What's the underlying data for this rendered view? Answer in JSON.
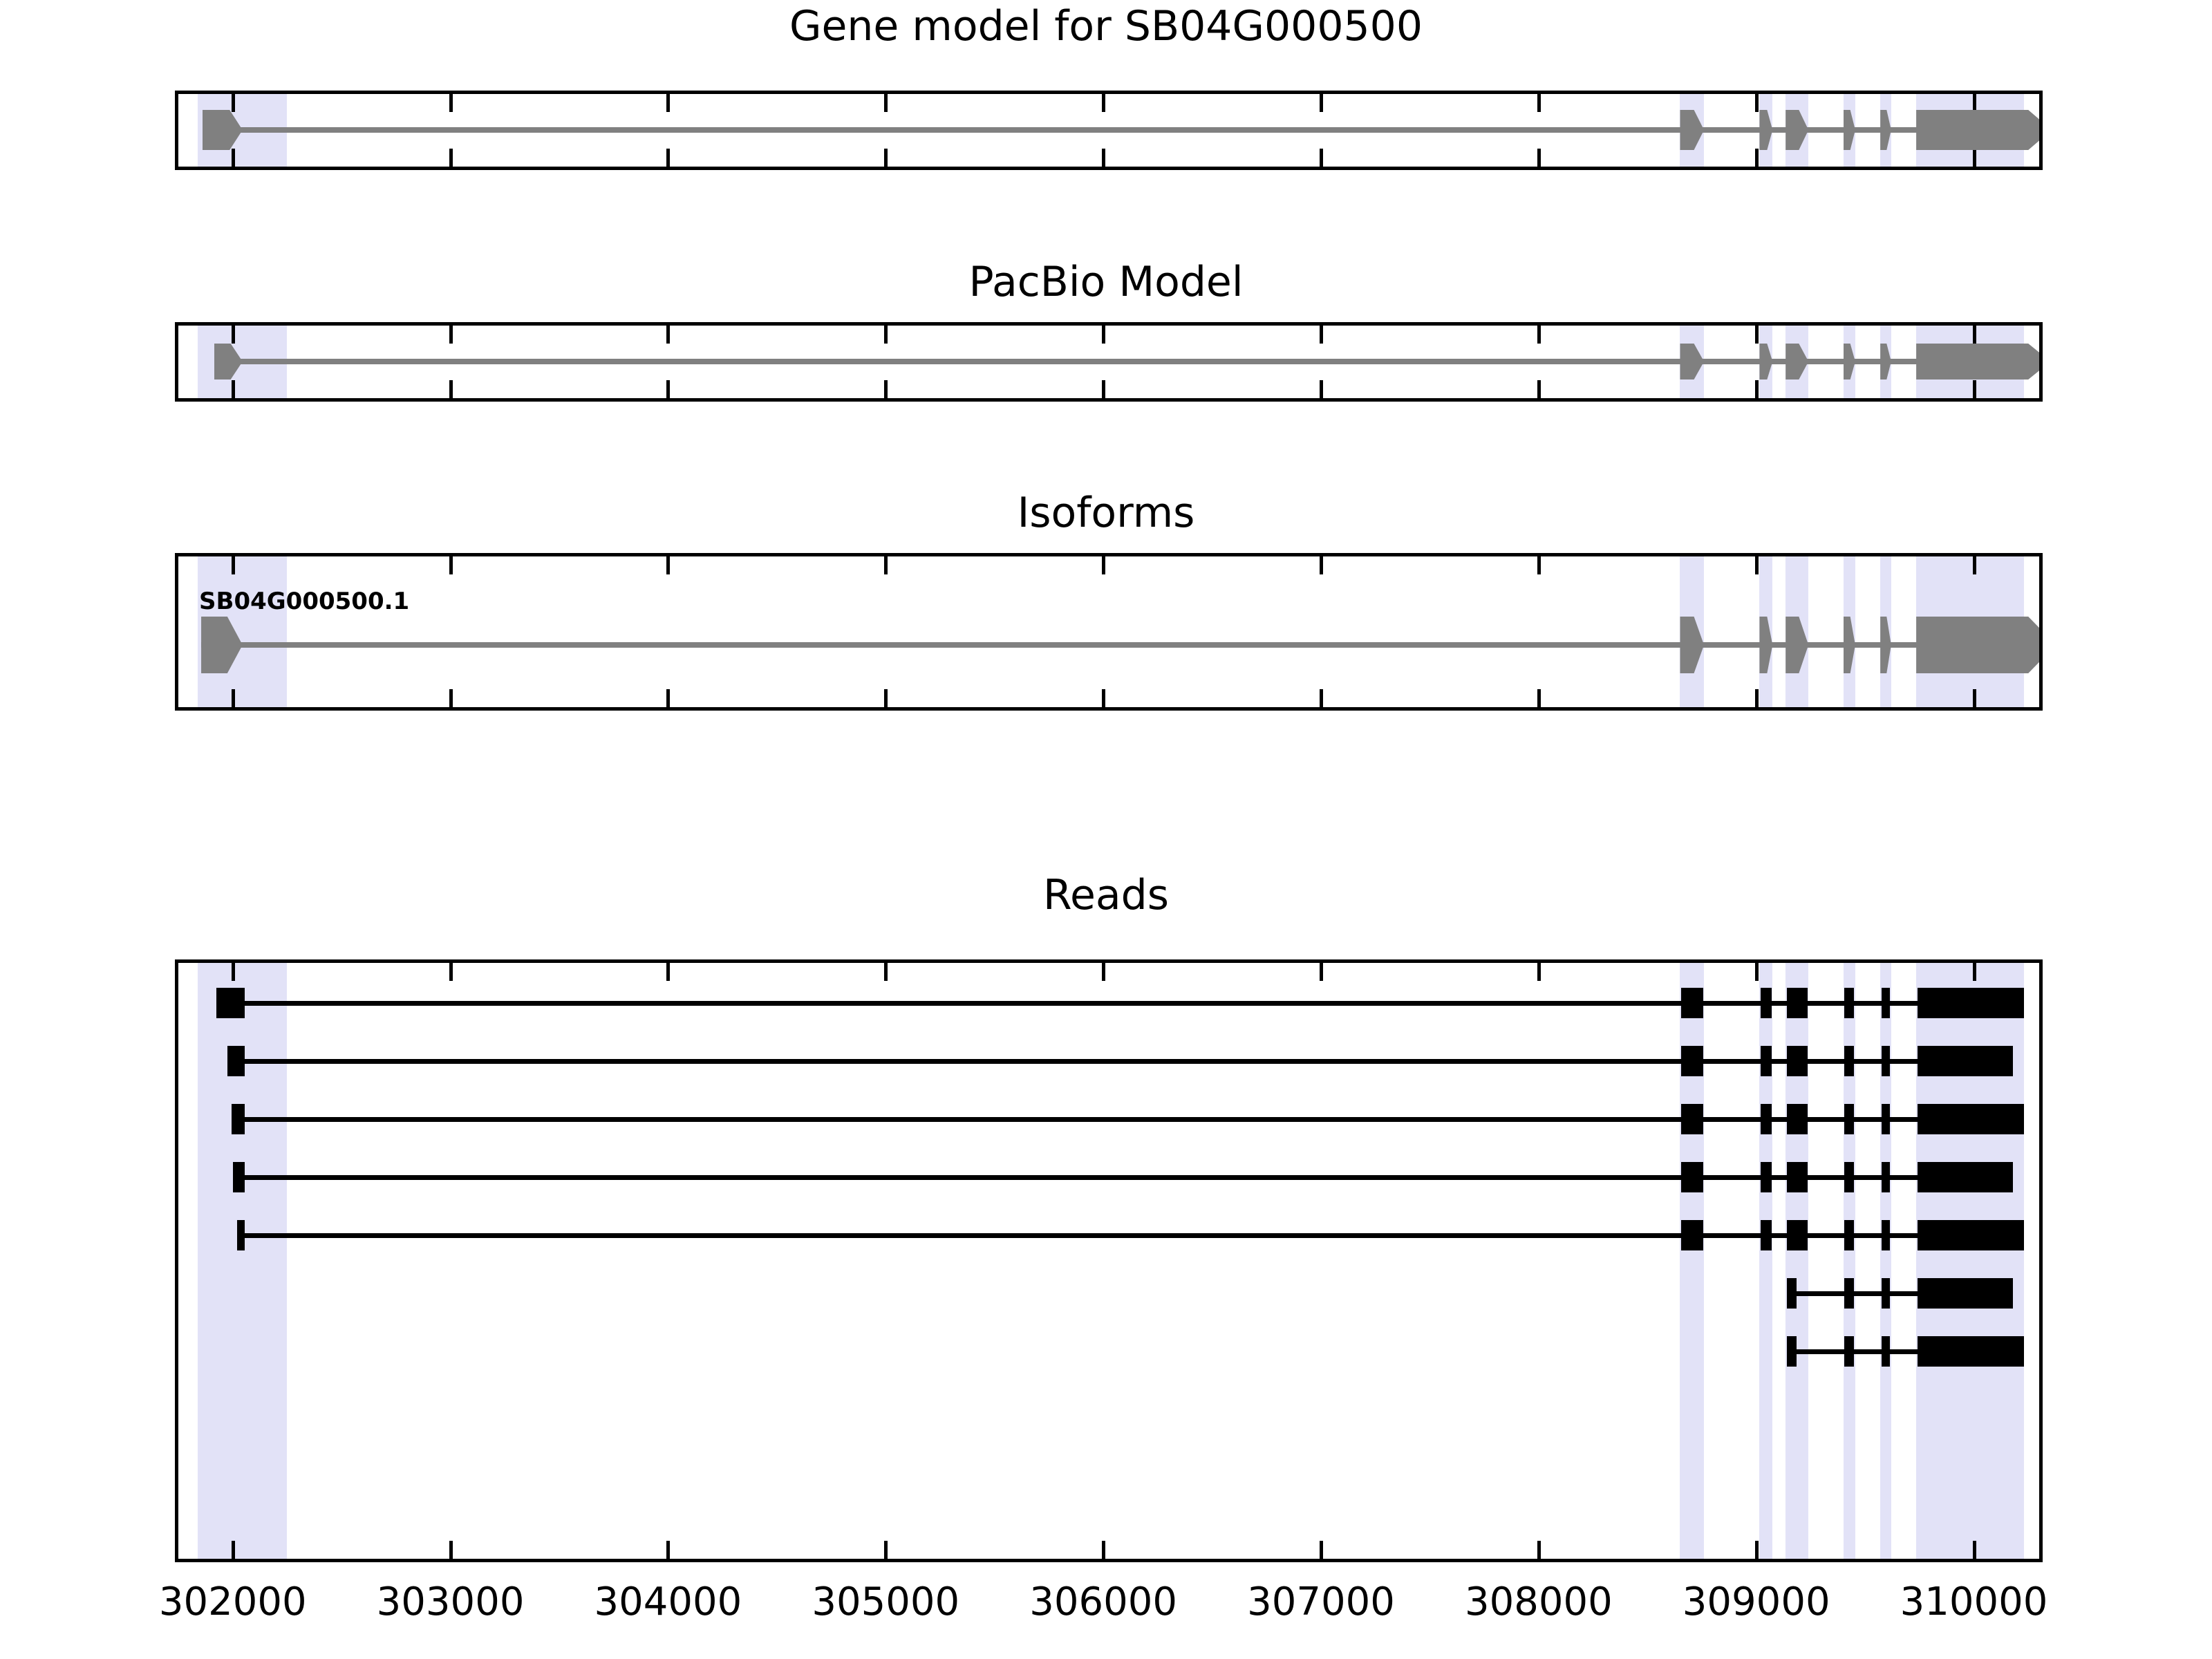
{
  "figure": {
    "title": "Gene model for SB04G000500",
    "gene_id": "SB04G000500"
  },
  "panels": [
    {
      "key": "gene_model",
      "title": "Gene model for SB04G000500"
    },
    {
      "key": "pacbio_model",
      "title": "PacBio Model"
    },
    {
      "key": "isoforms",
      "title": "Isoforms"
    },
    {
      "key": "reads",
      "title": "Reads"
    }
  ],
  "isoform_labels": [
    {
      "text": "SB04G000500.1"
    }
  ],
  "colors": {
    "exon_gene": "#808080",
    "exon_read": "#000000",
    "highlight_band": "#e2e2f7",
    "frame": "#000000",
    "background": "#ffffff"
  },
  "chart_data": {
    "type": "genome-track",
    "title": "Gene model for SB04G000500",
    "xlabel": "",
    "ylabel": "",
    "xlim": [
      301750,
      310300
    ],
    "xticks": [
      302000,
      303000,
      304000,
      305000,
      306000,
      307000,
      308000,
      309000,
      310000
    ],
    "xticklabels": [
      "302000",
      "303000",
      "304000",
      "305000",
      "306000",
      "307000",
      "308000",
      "309000",
      "310000"
    ],
    "grid": false,
    "legend": "none",
    "strand": "+",
    "highlight_regions": [
      {
        "start": 301840,
        "end": 302250
      },
      {
        "start": 308650,
        "end": 308760
      },
      {
        "start": 309015,
        "end": 309075
      },
      {
        "start": 309135,
        "end": 309240
      },
      {
        "start": 309400,
        "end": 309455
      },
      {
        "start": 309570,
        "end": 309620
      },
      {
        "start": 309735,
        "end": 310230
      }
    ],
    "tracks": [
      {
        "name": "Gene model for SB04G000500",
        "panel": "gene_model",
        "features": [
          {
            "id": "SB04G000500",
            "strand": "+",
            "start": 301860,
            "end": 310250,
            "exons": [
              {
                "start": 301860,
                "end": 302045,
                "shape": "block-arrow"
              },
              {
                "start": 308650,
                "end": 308760,
                "shape": "block-arrow-small"
              },
              {
                "start": 309015,
                "end": 309075,
                "shape": "block-arrow-small"
              },
              {
                "start": 309135,
                "end": 309240,
                "shape": "block-arrow-small"
              },
              {
                "start": 309400,
                "end": 309455,
                "shape": "block-arrow-small"
              },
              {
                "start": 309570,
                "end": 309620,
                "shape": "block-arrow-small"
              },
              {
                "start": 309735,
                "end": 310250,
                "shape": "block-arrow-terminal"
              }
            ]
          }
        ]
      },
      {
        "name": "PacBio Model",
        "panel": "pacbio_model",
        "features": [
          {
            "id": "PacBio",
            "strand": "+",
            "start": 301915,
            "end": 310250,
            "exons": [
              {
                "start": 301915,
                "end": 302045,
                "shape": "block-arrow"
              },
              {
                "start": 308650,
                "end": 308760,
                "shape": "block-arrow-small"
              },
              {
                "start": 309015,
                "end": 309075,
                "shape": "block-arrow-small"
              },
              {
                "start": 309135,
                "end": 309240,
                "shape": "block-arrow-small"
              },
              {
                "start": 309400,
                "end": 309455,
                "shape": "block-arrow-small"
              },
              {
                "start": 309570,
                "end": 309620,
                "shape": "block-arrow-small"
              },
              {
                "start": 309735,
                "end": 310250,
                "shape": "block-arrow-terminal"
              }
            ]
          }
        ]
      },
      {
        "name": "Isoforms",
        "panel": "isoforms",
        "features": [
          {
            "id": "SB04G000500.1",
            "label": "SB04G000500.1",
            "strand": "+",
            "start": 301855,
            "end": 310250,
            "exons": [
              {
                "start": 301855,
                "end": 302045,
                "shape": "block-arrow"
              },
              {
                "start": 308650,
                "end": 308760,
                "shape": "block-arrow-small"
              },
              {
                "start": 309015,
                "end": 309075,
                "shape": "block-arrow-small"
              },
              {
                "start": 309135,
                "end": 309240,
                "shape": "block-arrow-small"
              },
              {
                "start": 309400,
                "end": 309455,
                "shape": "block-arrow-small"
              },
              {
                "start": 309570,
                "end": 309620,
                "shape": "block-arrow-small"
              },
              {
                "start": 309735,
                "end": 310250,
                "shape": "block-arrow-terminal"
              }
            ]
          }
        ]
      },
      {
        "name": "Reads",
        "panel": "reads",
        "features": [
          {
            "id": "read-1",
            "start": 301925,
            "end": 310230,
            "exons": [
              {
                "start": 301925,
                "end": 302055
              },
              {
                "start": 308655,
                "end": 308755
              },
              {
                "start": 309020,
                "end": 309070
              },
              {
                "start": 309140,
                "end": 309235
              },
              {
                "start": 309405,
                "end": 309450
              },
              {
                "start": 309575,
                "end": 309615
              },
              {
                "start": 309740,
                "end": 310230
              }
            ]
          },
          {
            "id": "read-2",
            "start": 301975,
            "end": 310180,
            "exons": [
              {
                "start": 301975,
                "end": 302055
              },
              {
                "start": 308655,
                "end": 308755
              },
              {
                "start": 309020,
                "end": 309070
              },
              {
                "start": 309140,
                "end": 309235
              },
              {
                "start": 309405,
                "end": 309450
              },
              {
                "start": 309575,
                "end": 309615
              },
              {
                "start": 309740,
                "end": 310180
              }
            ]
          },
          {
            "id": "read-3",
            "start": 301995,
            "end": 310230,
            "exons": [
              {
                "start": 301995,
                "end": 302055
              },
              {
                "start": 308655,
                "end": 308755
              },
              {
                "start": 309020,
                "end": 309070
              },
              {
                "start": 309140,
                "end": 309235
              },
              {
                "start": 309405,
                "end": 309450
              },
              {
                "start": 309575,
                "end": 309615
              },
              {
                "start": 309740,
                "end": 310230
              }
            ]
          },
          {
            "id": "read-4",
            "start": 302000,
            "end": 310180,
            "exons": [
              {
                "start": 302000,
                "end": 302055
              },
              {
                "start": 308655,
                "end": 308755
              },
              {
                "start": 309020,
                "end": 309070
              },
              {
                "start": 309140,
                "end": 309235
              },
              {
                "start": 309405,
                "end": 309450
              },
              {
                "start": 309575,
                "end": 309615
              },
              {
                "start": 309740,
                "end": 310180
              }
            ]
          },
          {
            "id": "read-5",
            "start": 302020,
            "end": 310230,
            "exons": [
              {
                "start": 302020,
                "end": 302055
              },
              {
                "start": 308655,
                "end": 308755
              },
              {
                "start": 309020,
                "end": 309070
              },
              {
                "start": 309140,
                "end": 309235
              },
              {
                "start": 309405,
                "end": 309450
              },
              {
                "start": 309575,
                "end": 309615
              },
              {
                "start": 309740,
                "end": 310230
              }
            ]
          },
          {
            "id": "read-6",
            "start": 309140,
            "end": 310180,
            "exons": [
              {
                "start": 309140,
                "end": 309185
              },
              {
                "start": 309405,
                "end": 309450
              },
              {
                "start": 309575,
                "end": 309615
              },
              {
                "start": 309740,
                "end": 310180
              }
            ]
          },
          {
            "id": "read-7",
            "start": 309140,
            "end": 310230,
            "exons": [
              {
                "start": 309140,
                "end": 309185
              },
              {
                "start": 309405,
                "end": 309450
              },
              {
                "start": 309575,
                "end": 309615
              },
              {
                "start": 309740,
                "end": 310230
              }
            ]
          }
        ]
      }
    ]
  }
}
